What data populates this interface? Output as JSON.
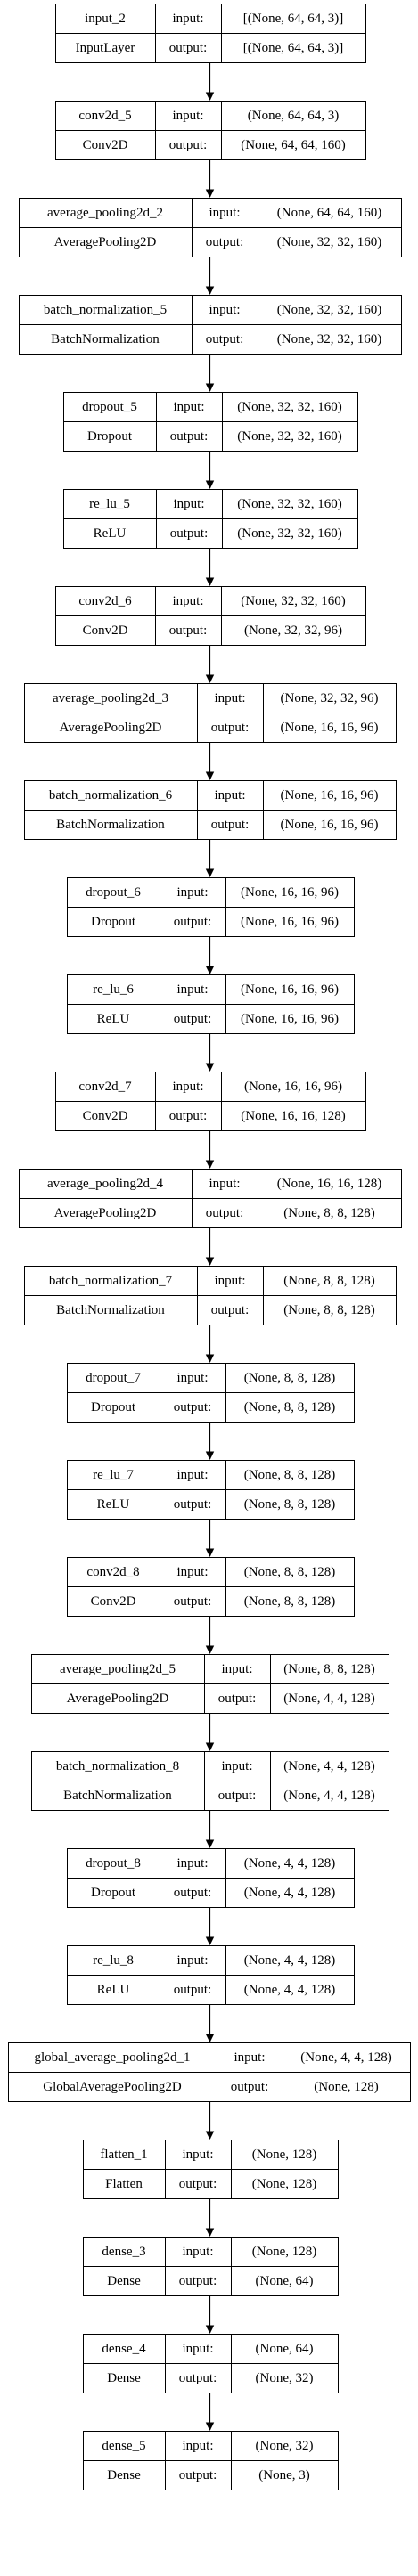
{
  "diagram": {
    "layers": [
      {
        "name": "input_2",
        "type": "InputLayer",
        "in_label": "input:",
        "in_value": "[(None, 64, 64, 3)]",
        "out_label": "output:",
        "out_value": "[(None, 64, 64, 3)]"
      },
      {
        "name": "conv2d_5",
        "type": "Conv2D",
        "in_label": "input:",
        "in_value": "(None, 64, 64, 3)",
        "out_label": "output:",
        "out_value": "(None, 64, 64, 160)"
      },
      {
        "name": "average_pooling2d_2",
        "type": "AveragePooling2D",
        "in_label": "input:",
        "in_value": "(None, 64, 64, 160)",
        "out_label": "output:",
        "out_value": "(None, 32, 32, 160)"
      },
      {
        "name": "batch_normalization_5",
        "type": "BatchNormalization",
        "in_label": "input:",
        "in_value": "(None, 32, 32, 160)",
        "out_label": "output:",
        "out_value": "(None, 32, 32, 160)"
      },
      {
        "name": "dropout_5",
        "type": "Dropout",
        "in_label": "input:",
        "in_value": "(None, 32, 32, 160)",
        "out_label": "output:",
        "out_value": "(None, 32, 32, 160)"
      },
      {
        "name": "re_lu_5",
        "type": "ReLU",
        "in_label": "input:",
        "in_value": "(None, 32, 32, 160)",
        "out_label": "output:",
        "out_value": "(None, 32, 32, 160)"
      },
      {
        "name": "conv2d_6",
        "type": "Conv2D",
        "in_label": "input:",
        "in_value": "(None, 32, 32, 160)",
        "out_label": "output:",
        "out_value": "(None, 32, 32, 96)"
      },
      {
        "name": "average_pooling2d_3",
        "type": "AveragePooling2D",
        "in_label": "input:",
        "in_value": "(None, 32, 32, 96)",
        "out_label": "output:",
        "out_value": "(None, 16, 16, 96)"
      },
      {
        "name": "batch_normalization_6",
        "type": "BatchNormalization",
        "in_label": "input:",
        "in_value": "(None, 16, 16, 96)",
        "out_label": "output:",
        "out_value": "(None, 16, 16, 96)"
      },
      {
        "name": "dropout_6",
        "type": "Dropout",
        "in_label": "input:",
        "in_value": "(None, 16, 16, 96)",
        "out_label": "output:",
        "out_value": "(None, 16, 16, 96)"
      },
      {
        "name": "re_lu_6",
        "type": "ReLU",
        "in_label": "input:",
        "in_value": "(None, 16, 16, 96)",
        "out_label": "output:",
        "out_value": "(None, 16, 16, 96)"
      },
      {
        "name": "conv2d_7",
        "type": "Conv2D",
        "in_label": "input:",
        "in_value": "(None, 16, 16, 96)",
        "out_label": "output:",
        "out_value": "(None, 16, 16, 128)"
      },
      {
        "name": "average_pooling2d_4",
        "type": "AveragePooling2D",
        "in_label": "input:",
        "in_value": "(None, 16, 16, 128)",
        "out_label": "output:",
        "out_value": "(None, 8, 8, 128)"
      },
      {
        "name": "batch_normalization_7",
        "type": "BatchNormalization",
        "in_label": "input:",
        "in_value": "(None, 8, 8, 128)",
        "out_label": "output:",
        "out_value": "(None, 8, 8, 128)"
      },
      {
        "name": "dropout_7",
        "type": "Dropout",
        "in_label": "input:",
        "in_value": "(None, 8, 8, 128)",
        "out_label": "output:",
        "out_value": "(None, 8, 8, 128)"
      },
      {
        "name": "re_lu_7",
        "type": "ReLU",
        "in_label": "input:",
        "in_value": "(None, 8, 8, 128)",
        "out_label": "output:",
        "out_value": "(None, 8, 8, 128)"
      },
      {
        "name": "conv2d_8",
        "type": "Conv2D",
        "in_label": "input:",
        "in_value": "(None, 8, 8, 128)",
        "out_label": "output:",
        "out_value": "(None, 8, 8, 128)"
      },
      {
        "name": "average_pooling2d_5",
        "type": "AveragePooling2D",
        "in_label": "input:",
        "in_value": "(None, 8, 8, 128)",
        "out_label": "output:",
        "out_value": "(None, 4, 4, 128)"
      },
      {
        "name": "batch_normalization_8",
        "type": "BatchNormalization",
        "in_label": "input:",
        "in_value": "(None, 4, 4, 128)",
        "out_label": "output:",
        "out_value": "(None, 4, 4, 128)"
      },
      {
        "name": "dropout_8",
        "type": "Dropout",
        "in_label": "input:",
        "in_value": "(None, 4, 4, 128)",
        "out_label": "output:",
        "out_value": "(None, 4, 4, 128)"
      },
      {
        "name": "re_lu_8",
        "type": "ReLU",
        "in_label": "input:",
        "in_value": "(None, 4, 4, 128)",
        "out_label": "output:",
        "out_value": "(None, 4, 4, 128)"
      },
      {
        "name": "global_average_pooling2d_1",
        "type": "GlobalAveragePooling2D",
        "in_label": "input:",
        "in_value": "(None, 4, 4, 128)",
        "out_label": "output:",
        "out_value": "(None, 128)"
      },
      {
        "name": "flatten_1",
        "type": "Flatten",
        "in_label": "input:",
        "in_value": "(None, 128)",
        "out_label": "output:",
        "out_value": "(None, 128)"
      },
      {
        "name": "dense_3",
        "type": "Dense",
        "in_label": "input:",
        "in_value": "(None, 128)",
        "out_label": "output:",
        "out_value": "(None, 64)"
      },
      {
        "name": "dense_4",
        "type": "Dense",
        "in_label": "input:",
        "in_value": "(None, 64)",
        "out_label": "output:",
        "out_value": "(None, 32)"
      },
      {
        "name": "dense_5",
        "type": "Dense",
        "in_label": "input:",
        "in_value": "(None, 32)",
        "out_label": "output:",
        "out_value": "(None, 3)"
      }
    ]
  }
}
